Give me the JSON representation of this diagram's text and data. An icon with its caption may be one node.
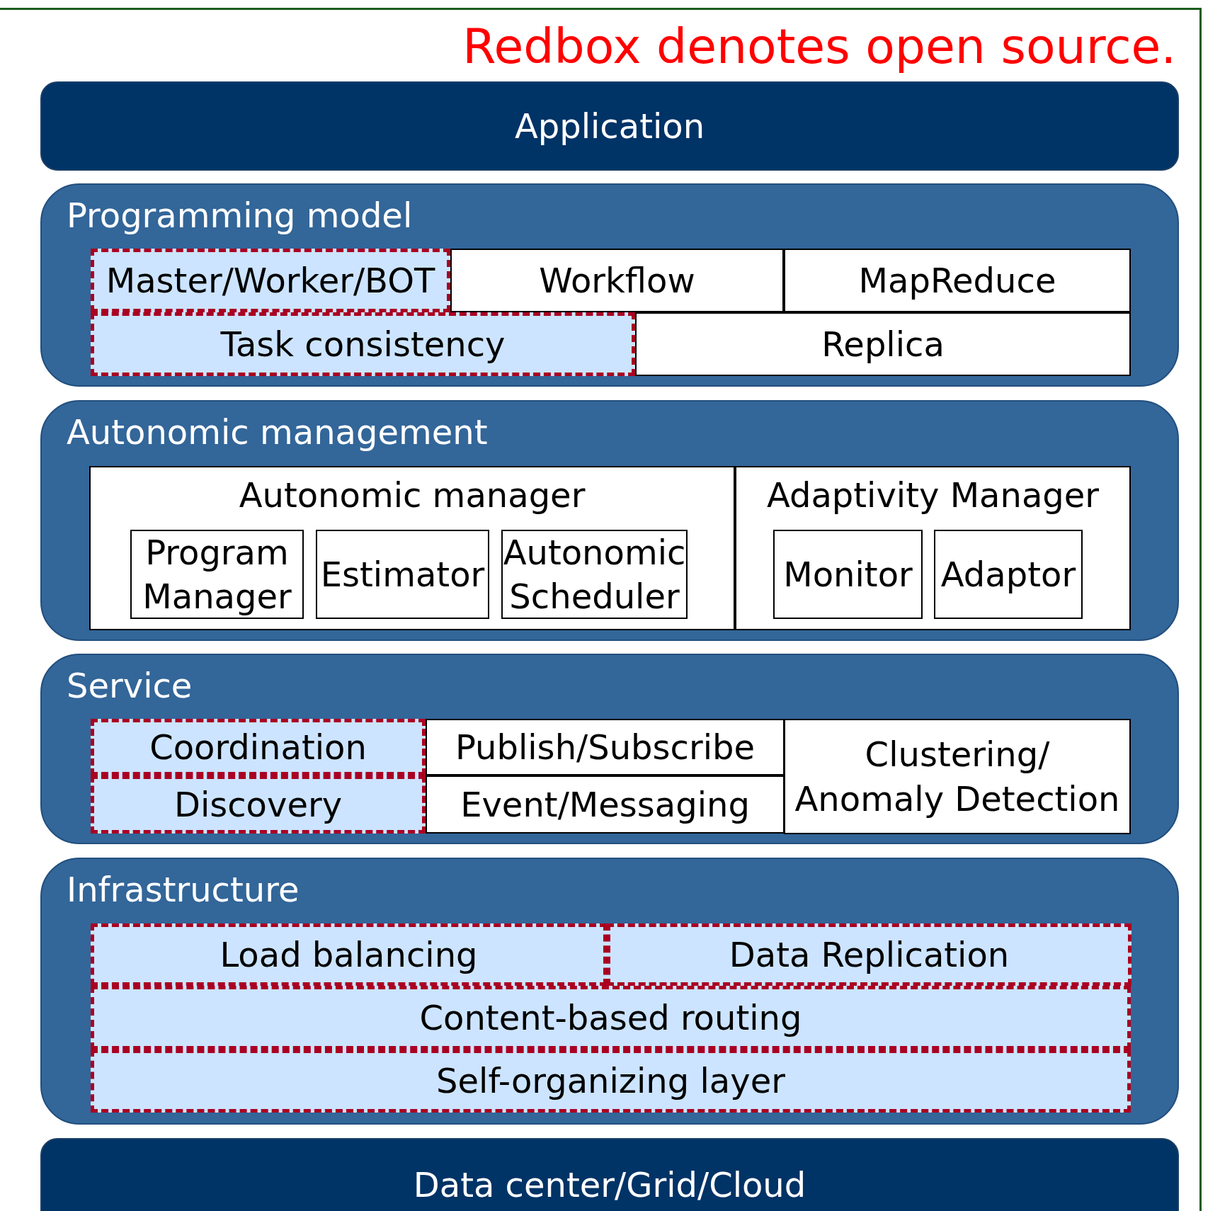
{
  "diagram": {
    "nodes": [
      {
        "text": [
          "Application"
        ]
      },
      {
        "text": [
          "Programming model"
        ]
      },
      {
        "text": [
          "Master/Worker/BOT"
        ],
        "in": 1
      },
      {
        "text": [
          "Workflow"
        ],
        "in": 1
      },
      {
        "text": [
          "MapReduce"
        ],
        "in": 1
      },
      {
        "text": [
          "Task consistency"
        ],
        "in": 1
      },
      {
        "text": [
          "Replica"
        ],
        "in": 1
      },
      {
        "text": [
          "Autonomic management"
        ]
      },
      {
        "text": [
          "Autonomic manager"
        ],
        "in": 7
      },
      {
        "text": [
          "Program Manager"
        ],
        "in": 8
      },
      {
        "text": [
          "Estimator"
        ],
        "in": 8
      },
      {
        "text": [
          "Autonomic Scheduler"
        ],
        "in": 8
      },
      {
        "text": [
          "Adaptivity Manager"
        ],
        "in": 7
      },
      {
        "text": [
          "Monitor"
        ],
        "in": 12
      },
      {
        "text": [
          "Adaptor"
        ],
        "in": 12
      },
      {
        "text": [
          "Service"
        ]
      },
      {
        "text": [
          "Coordination"
        ],
        "in": 15
      },
      {
        "text": [
          "Publish/Subscribe"
        ],
        "in": 15
      },
      {
        "text": [
          "Clustering/ Anomaly Detection"
        ],
        "in": 15
      },
      {
        "text": [
          "Discovery"
        ],
        "in": 15
      },
      {
        "text": [
          "Event/Messaging"
        ],
        "in": 15
      },
      {
        "text": [
          "Infrastructure"
        ]
      },
      {
        "text": [
          "Load balancing"
        ],
        "in": 21
      },
      {
        "text": [
          "Data Replication"
        ],
        "in": 21
      },
      {
        "text": [
          "Content-based routing"
        ],
        "in": 21
      },
      {
        "text": [
          "Self-organizing layer"
        ],
        "in": 21
      },
      {
        "text": [
          "Data center/Grid/Cloud"
        ]
      }
    ],
    "labels": [
      "Redbox denotes open source."
    ]
  }
}
